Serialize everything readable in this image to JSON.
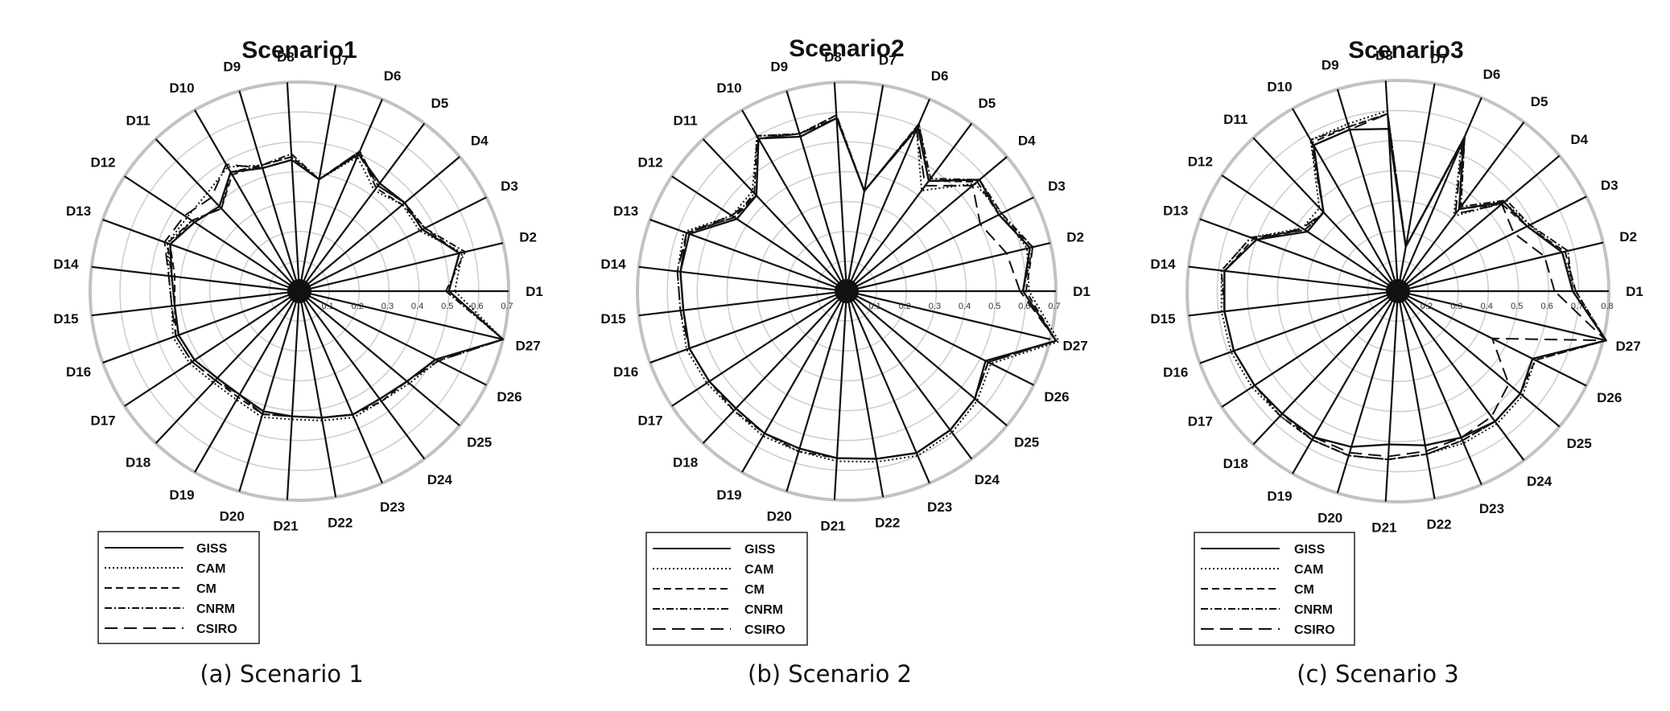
{
  "chart_data": [
    {
      "type": "radar",
      "title": "Scenario1",
      "caption": "(a) Scenario 1",
      "axes": [
        "D1",
        "D2",
        "D3",
        "D4",
        "D5",
        "D6",
        "D7",
        "D8",
        "D9",
        "D10",
        "D11",
        "D12",
        "D13",
        "D14",
        "D15",
        "D16",
        "D17",
        "D18",
        "D19",
        "D20",
        "D21",
        "D22",
        "D23",
        "D24",
        "D25",
        "D26",
        "D27"
      ],
      "rmax": 0.7,
      "ticks": [
        "0.1",
        "0.2",
        "0.3",
        "0.4",
        "0.5",
        "0.6",
        "0.7"
      ],
      "legend_position": "below",
      "series": [
        {
          "name": "GISS",
          "dash": "solid",
          "values": [
            0.5,
            0.55,
            0.46,
            0.46,
            0.45,
            0.5,
            0.38,
            0.44,
            0.43,
            0.46,
            0.39,
            0.42,
            0.46,
            0.43,
            0.42,
            0.43,
            0.42,
            0.4,
            0.4,
            0.42,
            0.42,
            0.43,
            0.45,
            0.45,
            0.47,
            0.51,
            0.7
          ]
        },
        {
          "name": "CAM",
          "dash": "dotted",
          "values": [
            0.52,
            0.56,
            0.45,
            0.45,
            0.42,
            0.49,
            0.38,
            0.45,
            0.44,
            0.48,
            0.45,
            0.45,
            0.47,
            0.44,
            0.43,
            0.45,
            0.44,
            0.42,
            0.42,
            0.44,
            0.43,
            0.44,
            0.46,
            0.46,
            0.48,
            0.52,
            0.7
          ]
        },
        {
          "name": "CM",
          "dash": "dashed",
          "values": [
            0.5,
            0.55,
            0.47,
            0.45,
            0.43,
            0.51,
            0.38,
            0.45,
            0.44,
            0.45,
            0.38,
            0.43,
            0.46,
            0.42,
            0.42,
            0.44,
            0.43,
            0.41,
            0.41,
            0.43,
            0.42,
            0.43,
            0.45,
            0.46,
            0.47,
            0.51,
            0.7
          ]
        },
        {
          "name": "CNRM",
          "dash": "dashdot",
          "values": [
            0.49,
            0.57,
            0.47,
            0.46,
            0.44,
            0.51,
            0.38,
            0.46,
            0.44,
            0.46,
            0.38,
            0.43,
            0.47,
            0.43,
            0.42,
            0.43,
            0.42,
            0.4,
            0.4,
            0.43,
            0.42,
            0.43,
            0.45,
            0.45,
            0.47,
            0.51,
            0.7
          ]
        },
        {
          "name": "CSIRO",
          "dash": "longdash",
          "values": [
            0.5,
            0.55,
            0.46,
            0.46,
            0.44,
            0.5,
            0.38,
            0.44,
            0.43,
            0.49,
            0.43,
            0.46,
            0.48,
            0.44,
            0.43,
            0.44,
            0.43,
            0.41,
            0.4,
            0.43,
            0.42,
            0.43,
            0.45,
            0.45,
            0.47,
            0.52,
            0.7
          ]
        }
      ]
    },
    {
      "type": "radar",
      "title": "Scenario2",
      "caption": "(b) Scenario 2",
      "axes": [
        "D1",
        "D2",
        "D3",
        "D4",
        "D5",
        "D6",
        "D7",
        "D8",
        "D9",
        "D10",
        "D11",
        "D12",
        "D13",
        "D14",
        "D15",
        "D16",
        "D17",
        "D18",
        "D19",
        "D20",
        "D21",
        "D22",
        "D23",
        "D24",
        "D25",
        "D26",
        "D27"
      ],
      "rmax": 0.7,
      "ticks": [
        "0.1",
        "0.2",
        "0.3",
        "0.4",
        "0.5",
        "0.6",
        "0.7"
      ],
      "legend_position": "below",
      "series": [
        {
          "name": "GISS",
          "dash": "solid",
          "values": [
            0.59,
            0.63,
            0.57,
            0.58,
            0.46,
            0.6,
            0.34,
            0.58,
            0.54,
            0.59,
            0.44,
            0.44,
            0.56,
            0.56,
            0.55,
            0.56,
            0.55,
            0.54,
            0.55,
            0.55,
            0.56,
            0.57,
            0.59,
            0.58,
            0.56,
            0.52,
            0.72
          ]
        },
        {
          "name": "CAM",
          "dash": "dotted",
          "values": [
            0.61,
            0.62,
            0.58,
            0.56,
            0.42,
            0.59,
            0.34,
            0.59,
            0.55,
            0.6,
            0.46,
            0.46,
            0.58,
            0.57,
            0.56,
            0.57,
            0.56,
            0.55,
            0.56,
            0.56,
            0.57,
            0.58,
            0.6,
            0.59,
            0.57,
            0.54,
            0.73
          ]
        },
        {
          "name": "CM",
          "dash": "dashed",
          "values": [
            0.6,
            0.64,
            0.57,
            0.57,
            0.46,
            0.61,
            0.34,
            0.59,
            0.55,
            0.59,
            0.44,
            0.45,
            0.57,
            0.56,
            0.55,
            0.56,
            0.55,
            0.55,
            0.55,
            0.55,
            0.56,
            0.57,
            0.59,
            0.58,
            0.56,
            0.53,
            0.72
          ]
        },
        {
          "name": "CNRM",
          "dash": "dashdot",
          "values": [
            0.59,
            0.64,
            0.58,
            0.58,
            0.47,
            0.61,
            0.34,
            0.58,
            0.55,
            0.6,
            0.45,
            0.45,
            0.57,
            0.56,
            0.55,
            0.56,
            0.55,
            0.54,
            0.55,
            0.56,
            0.56,
            0.57,
            0.59,
            0.58,
            0.56,
            0.52,
            0.72
          ]
        },
        {
          "name": "CSIRO",
          "dash": "longdash",
          "values": [
            0.58,
            0.55,
            0.5,
            0.55,
            0.44,
            0.59,
            0.34,
            0.58,
            0.55,
            0.59,
            0.44,
            0.46,
            0.57,
            0.57,
            0.56,
            0.56,
            0.55,
            0.54,
            0.55,
            0.55,
            0.56,
            0.57,
            0.59,
            0.58,
            0.56,
            0.53,
            0.72
          ]
        }
      ]
    },
    {
      "type": "radar",
      "title": "Scenario3",
      "caption": "(c) Scenario 3",
      "axes": [
        "D1",
        "D2",
        "D3",
        "D4",
        "D5",
        "D6",
        "D7",
        "D8",
        "D9",
        "D10",
        "D11",
        "D12",
        "D13",
        "D14",
        "D15",
        "D16",
        "D17",
        "D18",
        "D19",
        "D20",
        "D21",
        "D22",
        "D23",
        "D24",
        "D25",
        "D26",
        "D27"
      ],
      "rmax": 0.8,
      "ticks": [
        "0.2",
        "0.3",
        "0.4",
        "0.5",
        "0.6",
        "0.7",
        "0.8"
      ],
      "legend_position": "below",
      "series": [
        {
          "name": "GISS",
          "dash": "solid",
          "values": [
            0.68,
            0.66,
            0.58,
            0.56,
            0.44,
            0.65,
            0.25,
            0.64,
            0.66,
            0.66,
            0.46,
            0.46,
            0.6,
            0.68,
            0.68,
            0.68,
            0.67,
            0.66,
            0.66,
            0.64,
            0.61,
            0.62,
            0.63,
            0.64,
            0.63,
            0.6,
            0.81
          ]
        },
        {
          "name": "CAM",
          "dash": "dotted",
          "values": [
            0.69,
            0.66,
            0.59,
            0.56,
            0.41,
            0.63,
            0.25,
            0.7,
            0.68,
            0.68,
            0.48,
            0.48,
            0.62,
            0.69,
            0.69,
            0.69,
            0.68,
            0.67,
            0.67,
            0.67,
            0.66,
            0.65,
            0.65,
            0.65,
            0.64,
            0.61,
            0.81
          ]
        },
        {
          "name": "CM",
          "dash": "dashed",
          "values": [
            0.69,
            0.67,
            0.58,
            0.55,
            0.44,
            0.66,
            0.25,
            0.69,
            0.67,
            0.67,
            0.46,
            0.47,
            0.61,
            0.68,
            0.68,
            0.68,
            0.67,
            0.66,
            0.67,
            0.67,
            0.66,
            0.65,
            0.64,
            0.64,
            0.63,
            0.61,
            0.81
          ]
        },
        {
          "name": "CNRM",
          "dash": "dashdot",
          "values": [
            0.68,
            0.68,
            0.59,
            0.57,
            0.45,
            0.66,
            0.25,
            0.69,
            0.67,
            0.68,
            0.46,
            0.47,
            0.62,
            0.69,
            0.68,
            0.68,
            0.67,
            0.67,
            0.67,
            0.67,
            0.66,
            0.65,
            0.64,
            0.64,
            0.63,
            0.6,
            0.81
          ]
        },
        {
          "name": "CSIRO",
          "dash": "longdash",
          "values": [
            0.62,
            0.6,
            0.53,
            0.55,
            0.42,
            0.64,
            0.25,
            0.69,
            0.66,
            0.66,
            0.46,
            0.48,
            0.6,
            0.68,
            0.68,
            0.68,
            0.67,
            0.66,
            0.66,
            0.66,
            0.65,
            0.64,
            0.63,
            0.62,
            0.58,
            0.45,
            0.81
          ]
        }
      ]
    }
  ]
}
